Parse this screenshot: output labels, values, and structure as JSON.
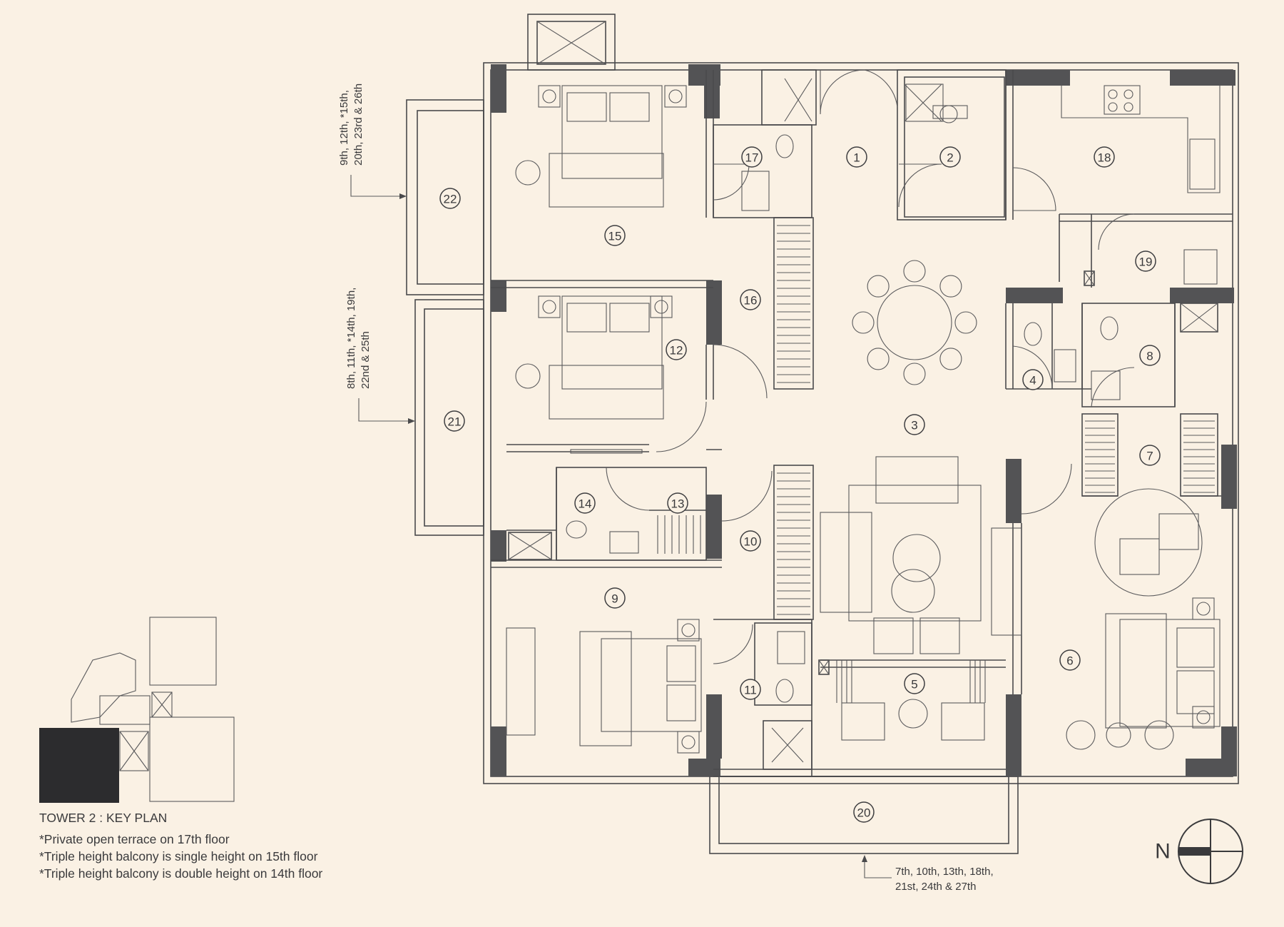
{
  "key_plan": {
    "title": "TOWER 2 : KEY PLAN",
    "notes": [
      "*Private open terrace on 17th floor",
      "*Triple height balcony is single height on 15th floor",
      "*Triple height balcony is double height on 14th floor"
    ]
  },
  "level_labels": {
    "balcony_22": [
      "9th, 12th, *15th,",
      "20th, 23rd & 26th"
    ],
    "balcony_21": [
      "8th, 11th, *14th, 19th,",
      "22nd & 25th"
    ],
    "balcony_20": [
      "7th, 10th, 13th, 18th,",
      "21st, 24th & 27th"
    ]
  },
  "compass": {
    "label": "N"
  },
  "rooms": [
    "1",
    "2",
    "3",
    "4",
    "5",
    "6",
    "7",
    "8",
    "9",
    "10",
    "11",
    "12",
    "13",
    "14",
    "15",
    "16",
    "17",
    "18",
    "19",
    "20",
    "21",
    "22"
  ]
}
